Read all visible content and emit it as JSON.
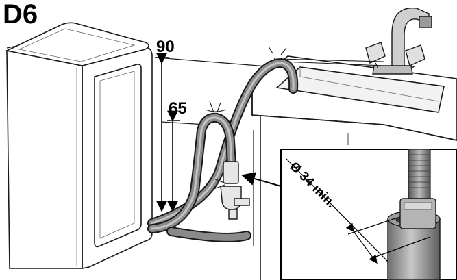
{
  "figure_label": "D6",
  "dimensions": {
    "upper_height": "90",
    "lower_height": "65"
  },
  "inset": {
    "diameter_label": "Ø 34 min."
  },
  "colors": {
    "line": "#1a1a1a",
    "hose": "#8a8a8a",
    "hose_dark": "#5a5a5a",
    "light_gray": "#d9d9d9"
  }
}
